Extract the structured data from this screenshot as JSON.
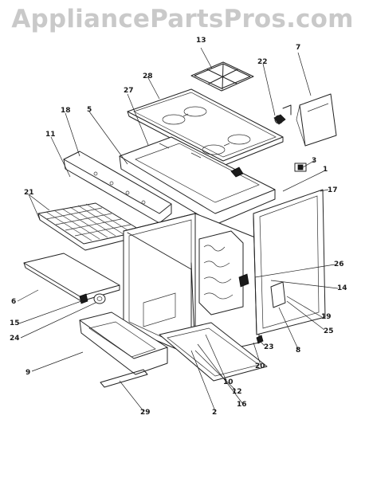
{
  "watermark": "AppliancePartsPros.com",
  "callouts": {
    "c1": "1",
    "c2": "2",
    "c3": "3",
    "c5": "5",
    "c6": "6",
    "c7": "7",
    "c8": "8",
    "c9": "9",
    "c10": "10",
    "c11": "11",
    "c12": "12",
    "c13": "13",
    "c14": "14",
    "c15": "15",
    "c16": "16",
    "c17": "17",
    "c18": "18",
    "c19": "19",
    "c20": "20",
    "c21": "21",
    "c22": "22",
    "c23": "23",
    "c24": "24",
    "c25": "25",
    "c26": "26",
    "c27": "27",
    "c28": "28",
    "c29": "29"
  }
}
